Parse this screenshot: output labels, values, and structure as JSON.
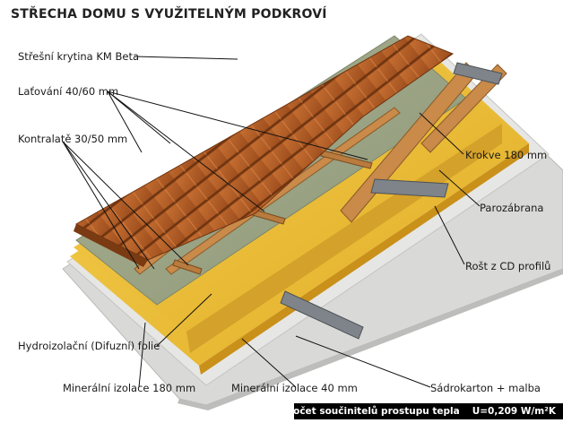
{
  "title": "STŘECHA DOMU S VYUŽITELNÝM PODKROVÍ",
  "labels": {
    "roofing": "Střešní krytina KM Beta",
    "battens": "Laťování 40/60 mm",
    "counter_battens": "Kontralatě 30/50 mm",
    "rafters": "Krokve 180 mm",
    "vapor_barrier": "Parozábrana",
    "cd_grid": "Rošt z CD profilů",
    "membrane": "Hydroizolační (Difuzní) folie",
    "mineral_180": "Minerální izolace 180 mm",
    "mineral_40": "Minerální izolace 40 mm",
    "plasterboard": "Sádrokarton + malba"
  },
  "footer": {
    "caption": "Výpočet součinitelů prostupu tepla",
    "u_value": "U=0,209 W/m²K"
  },
  "colors": {
    "tile": "#b8622a",
    "tile_dark": "#8a4316",
    "membrane": "#9da586",
    "insulation": "#f0c23a",
    "wood": "#c98a4a",
    "steel": "#7e848a",
    "board": "#d8d8d6"
  }
}
